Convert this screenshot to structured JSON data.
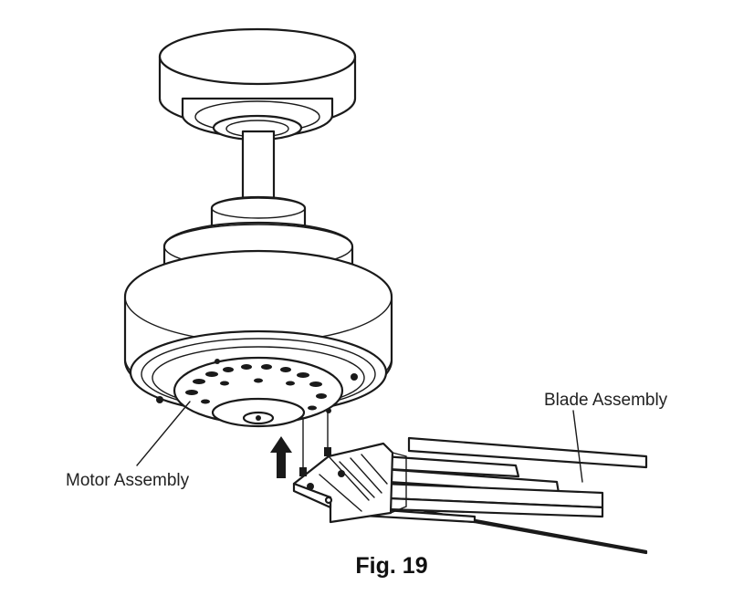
{
  "labels": {
    "blade_assembly": "Blade Assembly",
    "motor_assembly": "Motor Assembly"
  },
  "caption": "Fig. 19",
  "icons": {
    "direction": "up-arrow-icon"
  },
  "colors": {
    "line": "#1a1a1a",
    "background": "#ffffff"
  }
}
